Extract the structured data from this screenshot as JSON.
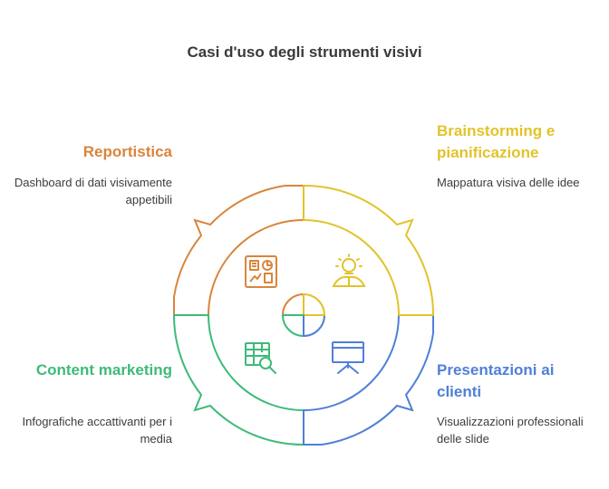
{
  "title": "Casi d'uso degli strumenti visivi",
  "colors": {
    "orange": "#d9853b",
    "yellow": "#e2c32a",
    "blue": "#4f7fd9",
    "green": "#3dbb78"
  },
  "quadrants": [
    {
      "id": "reportistica",
      "heading": "Reportistica",
      "description": "Dashboard di dati visivamente appetibili",
      "icon": "dashboard-icon",
      "color": "#d9853b"
    },
    {
      "id": "brainstorming",
      "heading": "Brainstorming e pianificazione",
      "description": "Mappatura visiva delle idee",
      "icon": "lightbulb-icon",
      "color": "#e2c32a"
    },
    {
      "id": "content",
      "heading": "Content marketing",
      "description": "Infografiche accattivanti per i media",
      "icon": "table-search-icon",
      "color": "#3dbb78"
    },
    {
      "id": "presentazioni",
      "heading": "Presentazioni ai clienti",
      "description": "Visualizzazioni professionali delle slide",
      "icon": "presentation-board-icon",
      "color": "#4f7fd9"
    }
  ]
}
